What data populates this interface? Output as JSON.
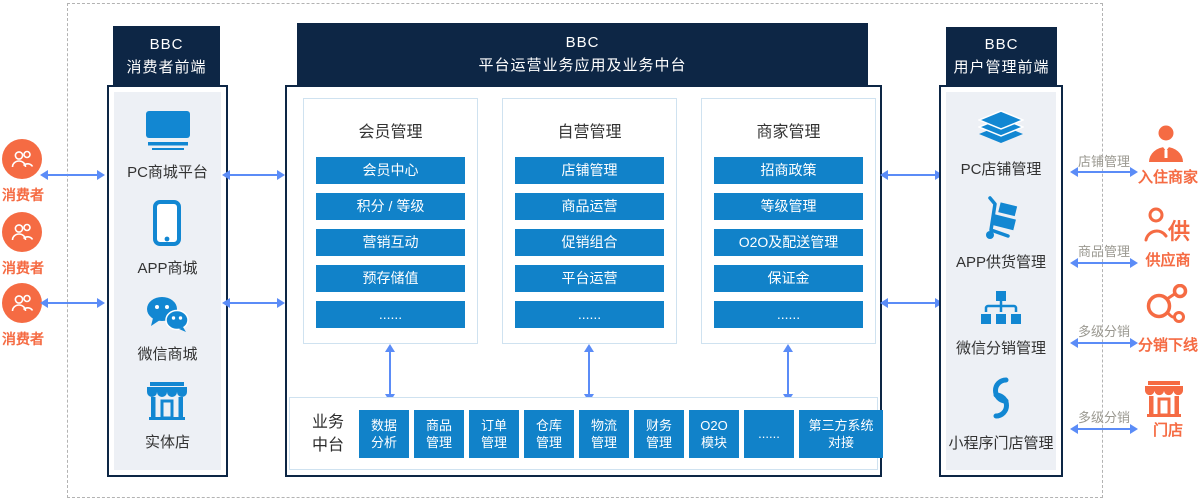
{
  "consumers": {
    "labels": [
      "消费者",
      "消费者",
      "消费者"
    ]
  },
  "consumer_frontend": {
    "title_line1": "BBC",
    "title_line2": "消费者前端",
    "items": [
      {
        "icon": "desktop-icon",
        "label": "PC商城平台"
      },
      {
        "icon": "phone-icon",
        "label": "APP商城"
      },
      {
        "icon": "wechat-icon",
        "label": "微信商城"
      },
      {
        "icon": "store-icon",
        "label": "实体店"
      }
    ]
  },
  "platform": {
    "title_line1": "BBC",
    "title_line2": "平台运营业务应用及业务中台",
    "modules": [
      {
        "title": "会员管理",
        "items": [
          "会员中心",
          "积分 / 等级",
          "营销互动",
          "预存储值",
          "......"
        ]
      },
      {
        "title": "自营管理",
        "items": [
          "店铺管理",
          "商品运营",
          "促销组合",
          "平台运营",
          "......"
        ]
      },
      {
        "title": "商家管理",
        "items": [
          "招商政策",
          "等级管理",
          "O2O及配送管理",
          "保证金",
          "......"
        ]
      }
    ]
  },
  "business_mid": {
    "label_line1": "业务",
    "label_line2": "中台",
    "items": [
      {
        "line1": "数据",
        "line2": "分析"
      },
      {
        "line1": "商品",
        "line2": "管理"
      },
      {
        "line1": "订单",
        "line2": "管理"
      },
      {
        "line1": "仓库",
        "line2": "管理"
      },
      {
        "line1": "物流",
        "line2": "管理"
      },
      {
        "line1": "财务",
        "line2": "管理"
      },
      {
        "line1": "O2O",
        "line2": "模块"
      },
      {
        "line1": "......",
        "line2": ""
      },
      {
        "line1": "第三方系统",
        "line2": "对接"
      }
    ]
  },
  "user_frontend": {
    "title_line1": "BBC",
    "title_line2": "用户管理前端",
    "items": [
      {
        "icon": "layers-icon",
        "label": "PC店铺管理"
      },
      {
        "icon": "trolley-icon",
        "label": "APP供货管理"
      },
      {
        "icon": "orgchart-icon",
        "label": "微信分销管理"
      },
      {
        "icon": "miniprogram-icon",
        "label": "小程序门店管理"
      }
    ]
  },
  "right_side": {
    "links": [
      {
        "arrow_label": "店铺管理",
        "icon": "merchant-icon",
        "label": "入住商家"
      },
      {
        "arrow_label": "商品管理",
        "icon": "supplier-icon",
        "icon_char": "供",
        "label": "供应商"
      },
      {
        "arrow_label": "多级分销",
        "icon": "share-icon",
        "label": "分销下线"
      },
      {
        "arrow_label": "多级分销",
        "icon": "storefront-icon",
        "label": "门店"
      }
    ]
  },
  "colors": {
    "navy": "#0d2645",
    "button_blue": "#1182c9",
    "icon_blue": "#1287d2",
    "arrow_blue": "#5b8cf7",
    "orange": "#f56b43",
    "panel_gray": "#edf0f5",
    "light_border": "#cfe2f0"
  }
}
